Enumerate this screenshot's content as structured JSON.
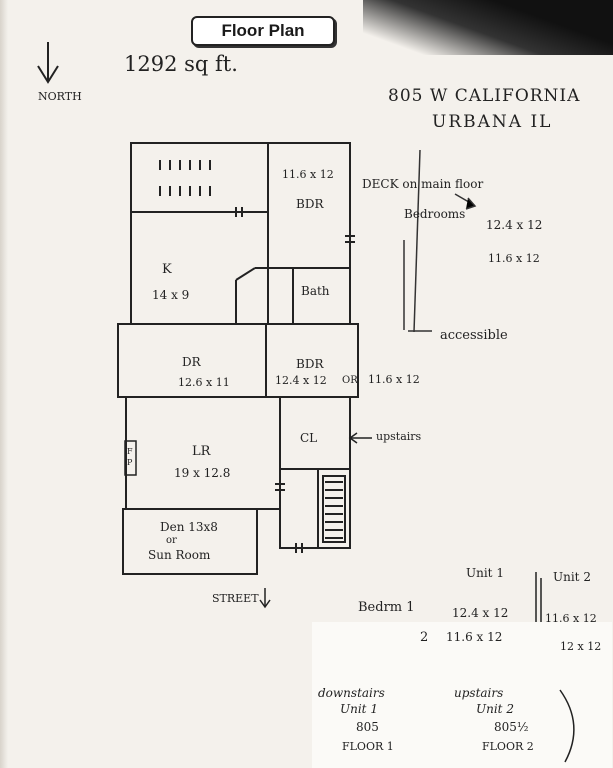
{
  "header": {
    "title": "Floor Plan"
  },
  "area": "1292 sq ft.",
  "compass": {
    "label": "NORTH"
  },
  "address": {
    "line1": "805 W CALIFORNIA",
    "line2": "URBANA IL"
  },
  "deck_notes": {
    "deck": "DECK on main floor",
    "bedrooms": "Bedrooms",
    "size1": "12.4 x 12",
    "size2": "11.6 x 12",
    "accessible": "accessible"
  },
  "rooms": {
    "bdr_top": {
      "dims": "11.6 x 12",
      "name": "BDR"
    },
    "kitchen": {
      "name": "K",
      "dims": "14 x 9"
    },
    "bath": {
      "name": "Bath"
    },
    "dining": {
      "name": "DR",
      "dims": "12.6 x 11"
    },
    "bdr_mid": {
      "name": "BDR",
      "dims": "12.4 x 12",
      "or": "OR",
      "alt": "11.6 x 12"
    },
    "closet": {
      "name": "CL"
    },
    "living": {
      "name": "LR",
      "dims": "19 x 12.8"
    },
    "fireplace": {
      "label": "FP"
    },
    "den": {
      "line1": "Den 13x8",
      "line2": "or",
      "line3": "Sun Room"
    }
  },
  "stair_note": "upstairs",
  "street": "STREET",
  "unit_table": {
    "col1": "Unit 1",
    "col2": "Unit 2",
    "row1_label": "Bedrm 1",
    "row1_u1": "12.4 x 12",
    "row1_u2": "11.6 x 12",
    "row2_label": "2",
    "row2_u1": "11.6 x 12",
    "row2_u2": "12 x 12"
  },
  "unit_legend": {
    "left": {
      "line1": "downstairs",
      "line2": "Unit 1",
      "line3": "805",
      "line4": "FLOOR 1"
    },
    "right": {
      "line1": "upstairs",
      "line2": "Unit 2",
      "line3": "805½",
      "line4": "FLOOR 2"
    }
  }
}
